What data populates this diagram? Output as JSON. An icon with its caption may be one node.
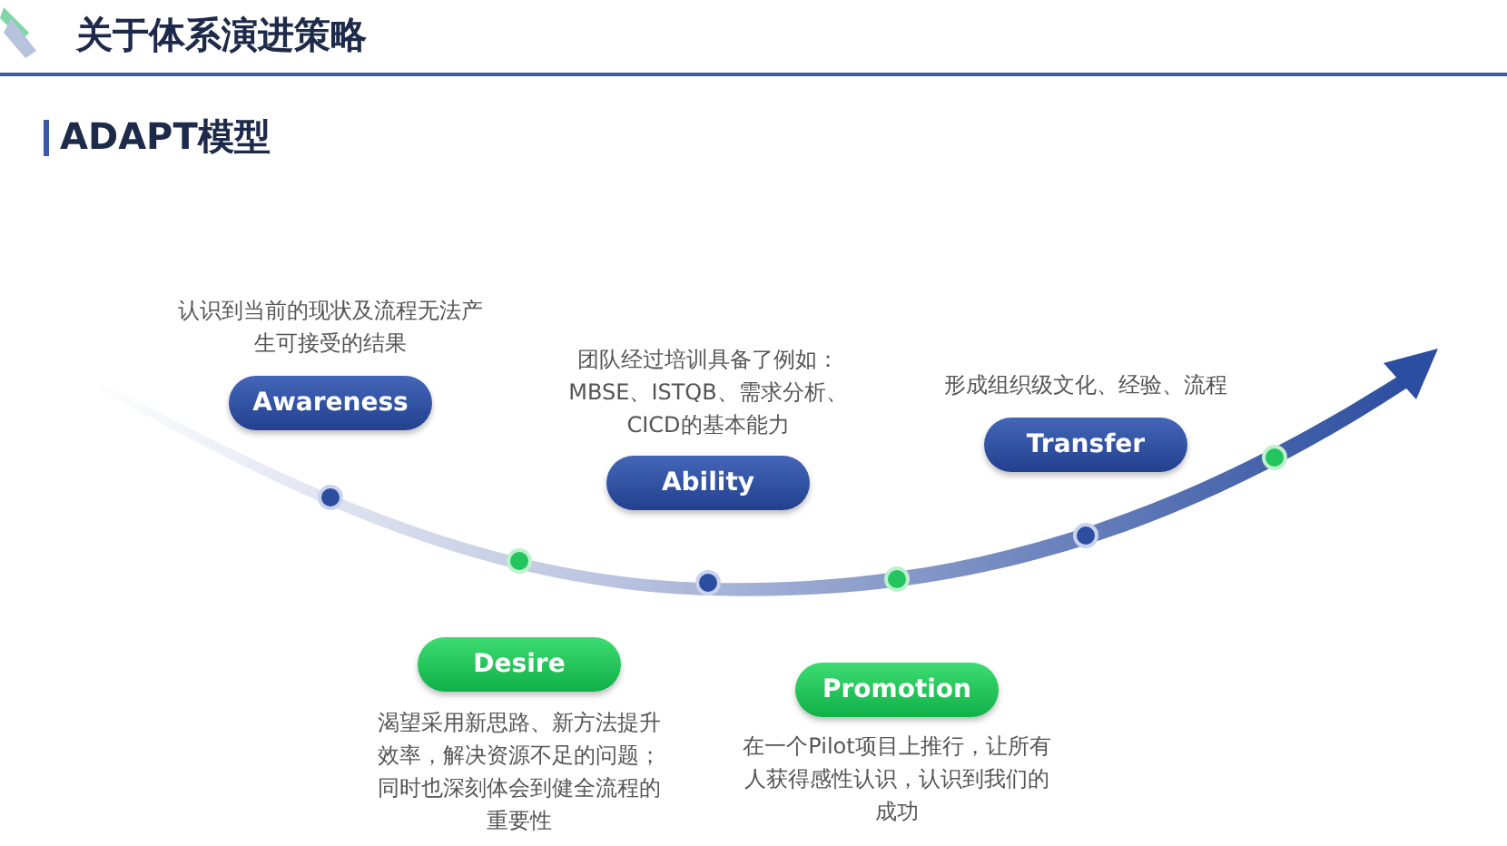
{
  "diagram": {
    "title": "关于体系演进策略",
    "nodes": [
      {
        "text": [
          "Awareness"
        ],
        "beside": [
          "认识到当前的现状及流程无法产生可接受的结果"
        ]
      },
      {
        "text": [
          "Desire"
        ],
        "beside": [
          "渴望采用新思路、新方法提升效率，解决资源不足的问题；同时也深刻体会到健全流程的重要性"
        ]
      },
      {
        "text": [
          "Ability"
        ],
        "beside": [
          "团队经过培训具备了例如：MBSE、ISTQB、需求分析、CICD的基本能力"
        ]
      },
      {
        "text": [
          "Promotion"
        ],
        "beside": [
          "在一个Pilot项目上推行，让所有人获得感性认识，认识到我们的成功"
        ]
      },
      {
        "text": [
          "Transfer"
        ],
        "beside": [
          "形成组织级文化、经验、流程"
        ]
      }
    ],
    "labels": [
      "ADAPT模型"
    ]
  }
}
